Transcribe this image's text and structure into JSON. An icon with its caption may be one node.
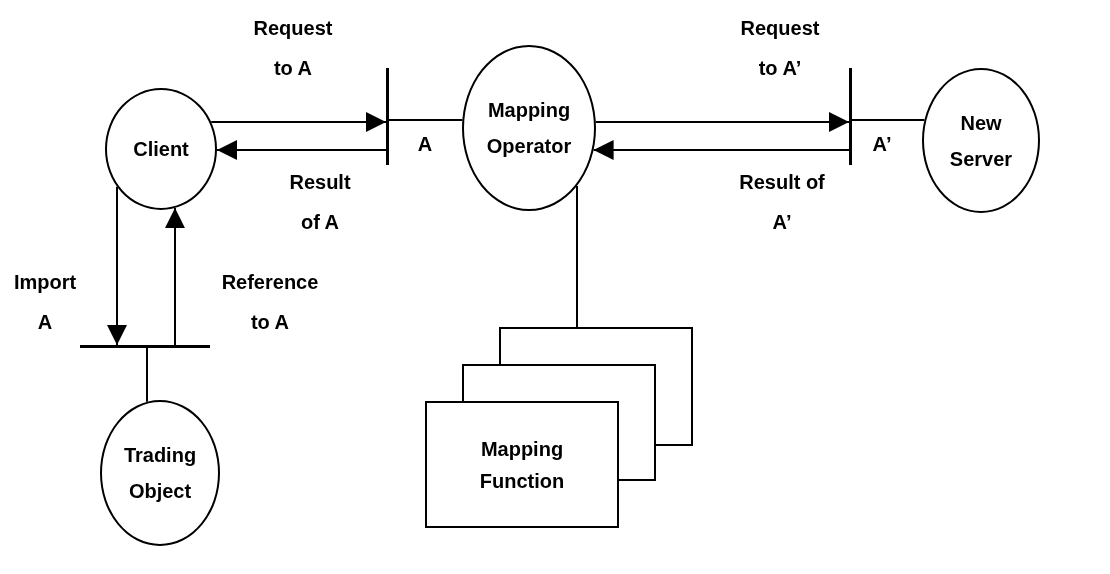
{
  "diagram": {
    "nodes": [
      {
        "text": [
          "Client"
        ]
      },
      {
        "text": [],
        "shape": "bar"
      },
      {
        "text": [
          "Mapping Operator"
        ]
      },
      {
        "text": [],
        "shape": "bar"
      },
      {
        "text": [
          "New Server"
        ]
      },
      {
        "text": [],
        "shape": "bar"
      },
      {
        "text": [
          "Trading Object"
        ]
      },
      {
        "text": [
          "Mapping Function"
        ]
      }
    ],
    "edges": [
      {
        "from": 0,
        "to": 1,
        "arrow": "to",
        "label": "Request to A"
      },
      {
        "from": 1,
        "to": 0,
        "arrow": "to",
        "label": "Result of A"
      },
      {
        "from": 1,
        "to": 2,
        "arrow": "none"
      },
      {
        "from": 2,
        "to": 3,
        "arrow": "to",
        "label": "Request to A’"
      },
      {
        "from": 3,
        "to": 2,
        "arrow": "to",
        "label": "Result of A’"
      },
      {
        "from": 3,
        "to": 4,
        "arrow": "none"
      },
      {
        "from": 0,
        "to": 5,
        "arrow": "to",
        "label": "Import A"
      },
      {
        "from": 5,
        "to": 0,
        "arrow": "to",
        "label": "Reference to A"
      },
      {
        "from": 5,
        "to": 6,
        "arrow": "none"
      },
      {
        "from": 2,
        "to": 7,
        "arrow": "none"
      }
    ],
    "labels": [
      "A",
      "A’"
    ]
  }
}
